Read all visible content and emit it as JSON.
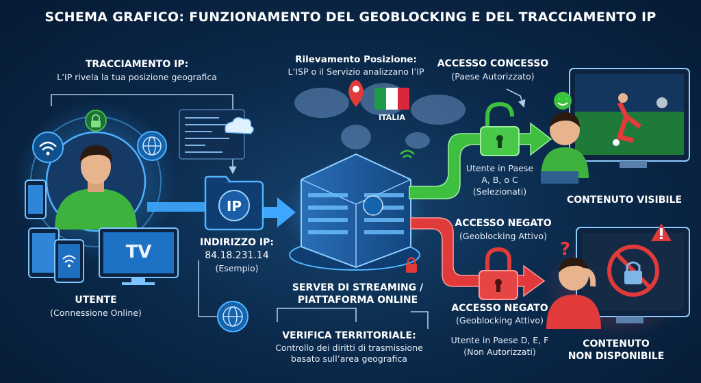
{
  "title": "SCHEMA GRAFICO: FUNZIONAMENTO DEL GEOBLOCKING E DEL TRACCIAMENTO IP",
  "ip_tracking": {
    "heading": "TRACCIAMENTO IP:",
    "desc": "L’IP rivela la tua posizione geografica"
  },
  "location": {
    "heading": "Rilevamento Posizione:",
    "desc": "L’ISP o il Servizio analizzano l’IP",
    "country": "ITALIA"
  },
  "access_granted": {
    "heading": "ACCESSO CONCESSO",
    "sub": "(Paese Autorizzato)"
  },
  "user": {
    "heading": "UTENTE",
    "sub": "(Connessione Online)",
    "tv_label": "TV"
  },
  "ip_address": {
    "badge": "IP",
    "heading": "INDIRIZZO IP:",
    "value": "84.18.231.14",
    "note": "(Esempio)"
  },
  "server": {
    "line1": "SERVER DI STREAMING /",
    "line2": "PIATTAFORMA ONLINE"
  },
  "allowed_users": {
    "line1": "Utente in Paese",
    "line2": "A, B, o C",
    "line3": "(Selezionati)"
  },
  "content_visible": "CONTENUTO VISIBILE",
  "access_denied_1": {
    "heading": "ACCESSO NEGATO",
    "sub": "(Geoblocking Attivo)"
  },
  "access_denied_2": {
    "heading": "ACCESSO NEGATO",
    "sub": "(Geoblocking Attivo)"
  },
  "blocked_users": {
    "line1": "Utente in Paese D, E, F",
    "line2": "(Non Autorizzati)"
  },
  "content_unavailable": {
    "line1": "CONTENUTO",
    "line2": "NON DISPONIBILE"
  },
  "territorial_check": {
    "heading": "VERIFICA TERRITORIALE:",
    "line1": "Controllo dei diritti di trasmissione",
    "line2": "basato sull’area geografica"
  },
  "colors": {
    "granted": "#3fbf3f",
    "denied": "#e03a3a",
    "accent": "#3ea8ff",
    "flag_green": "#1f9a46",
    "flag_red": "#d8283a"
  }
}
